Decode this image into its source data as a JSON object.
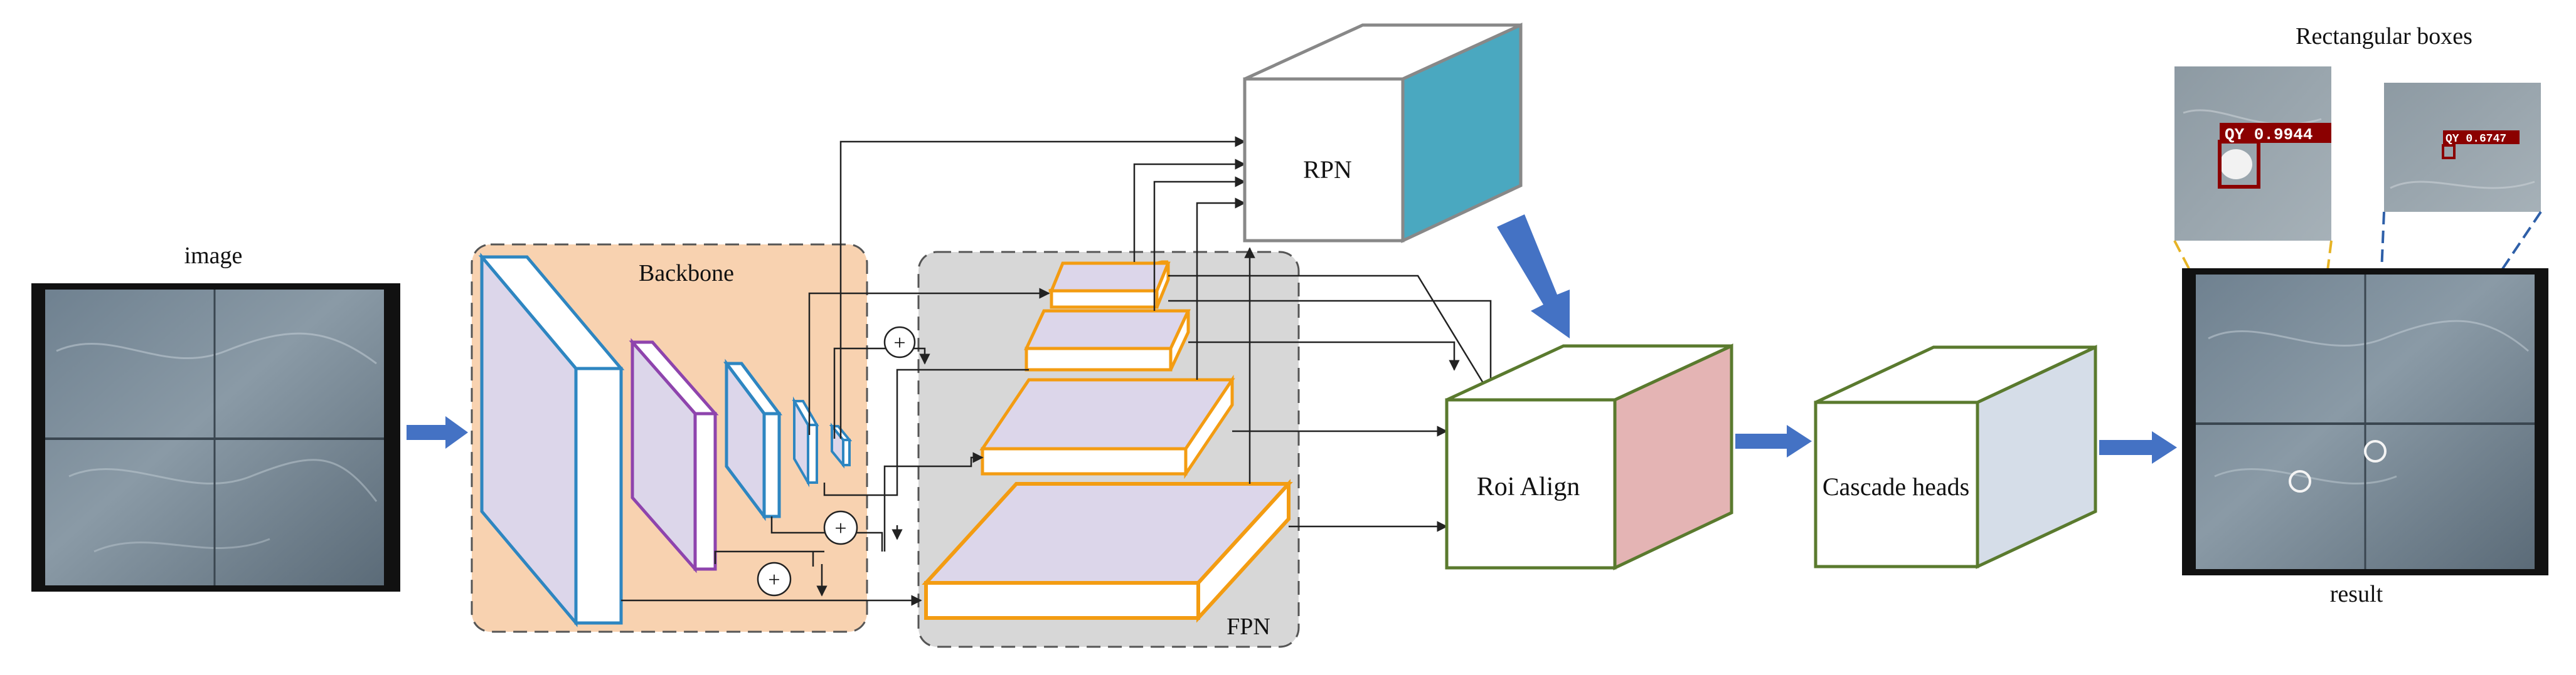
{
  "labels": {
    "image": "image",
    "backbone": "Backbone",
    "fpn": "FPN",
    "rpn": "RPN",
    "roi_align": "Roi Align",
    "cascade_heads": "Cascade heads",
    "result": "result",
    "rectangular_boxes": "Rectangular boxes"
  },
  "detections": [
    {
      "class": "QY",
      "score": "QY 0.9944"
    },
    {
      "class": "QY",
      "score": "QY 0.6747"
    }
  ],
  "colors": {
    "backbone_bg": "#f8d2b0",
    "fpn_bg": "#d7d7d7",
    "backbone_layer_blue": "#2e86c1",
    "backbone_layer_purple": "#8e44ad",
    "fpn_layer_orange": "#f39c12",
    "layer_face": "#dcd6ea",
    "rpn_side": "#4aa8c0",
    "roi_side": "#e4b4b4",
    "cascade_side": "#d5dde8",
    "box_edge_green": "#5a7a2e",
    "flow_arrow": "#4472c4",
    "detection_box": "#8b0000",
    "zoom_yellow": "#e6b325",
    "zoom_blue": "#2e5fa8"
  },
  "operators": [
    "+",
    "+",
    "+"
  ]
}
